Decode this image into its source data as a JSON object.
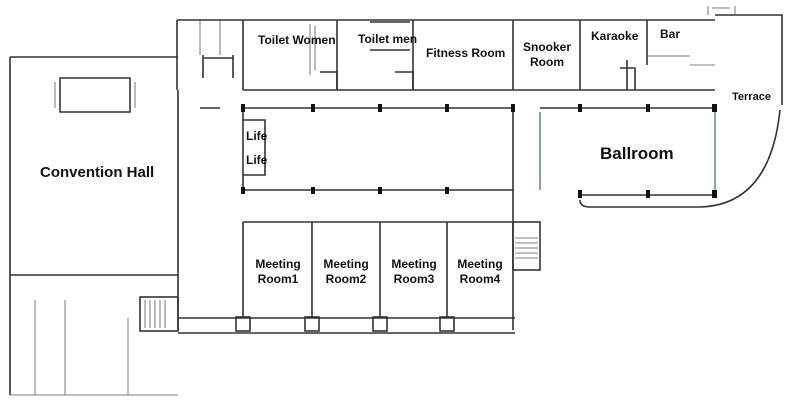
{
  "rooms": {
    "toilet_women": "Toilet Women",
    "toilet_men": "Toilet men",
    "fitness": "Fitness Room",
    "snooker_1": "Snooker",
    "snooker_2": "Room",
    "karaoke": "Karaoke",
    "bar": "Bar",
    "terrace": "Terrace",
    "ballroom": "Ballroom",
    "convention": "Convention Hall",
    "lift_1": "Life",
    "lift_2": "Life",
    "meeting": [
      {
        "line1": "Meeting",
        "line2": "Room1"
      },
      {
        "line1": "Meeting",
        "line2": "Room2"
      },
      {
        "line1": "Meeting",
        "line2": "Room3"
      },
      {
        "line1": "Meeting",
        "line2": "Room4"
      }
    ]
  }
}
